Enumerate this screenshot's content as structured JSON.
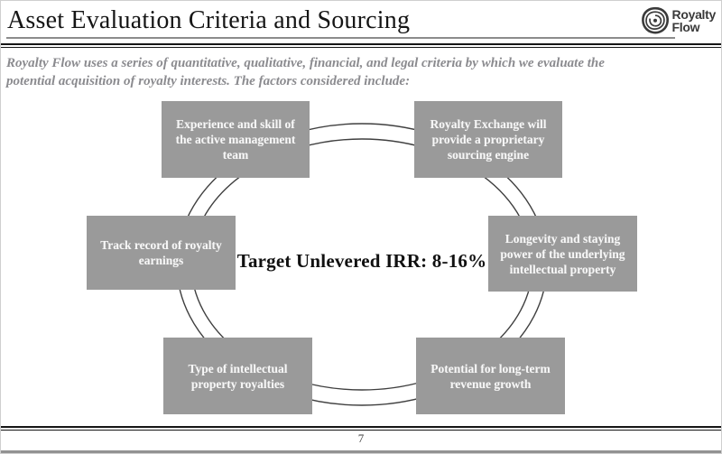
{
  "slide": {
    "title": "Asset Evaluation Criteria and Sourcing",
    "page_number": "7"
  },
  "logo": {
    "icon": "royalty-flow-swirl-icon",
    "line1": "Royalty",
    "line2": "Flow"
  },
  "intro": {
    "line1": "Royalty Flow uses a series of quantitative, qualitative,  financial, and legal criteria by which we evaluate the",
    "line2": "potential acquisition of royalty interests.  The factors considered include:"
  },
  "diagram": {
    "type": "cycle-diagram",
    "center_label": "Target Unlevered IRR: 8-16%",
    "boxes": [
      {
        "position": "top-left",
        "label": "Experience and skill of the active management team"
      },
      {
        "position": "top-right",
        "label": "Royalty Exchange will provide a proprietary sourcing engine"
      },
      {
        "position": "middle-left",
        "label": "Track record of royalty earnings"
      },
      {
        "position": "middle-right",
        "label": "Longevity and staying power of the underlying intellectual property"
      },
      {
        "position": "bottom-left",
        "label": "Type of intellectual property royalties"
      },
      {
        "position": "bottom-right",
        "label": "Potential for long-term revenue growth"
      }
    ]
  },
  "colors": {
    "box_fill": "#9a9a9a",
    "box_text": "#f7f7f7",
    "title_text": "#151515",
    "intro_text": "#8b8b8f",
    "rule_gray": "#8c8c8c",
    "rule_black": "#161616",
    "ellipse_stroke": "#3f3f3f",
    "logo_ink": "#3a3a3a"
  }
}
